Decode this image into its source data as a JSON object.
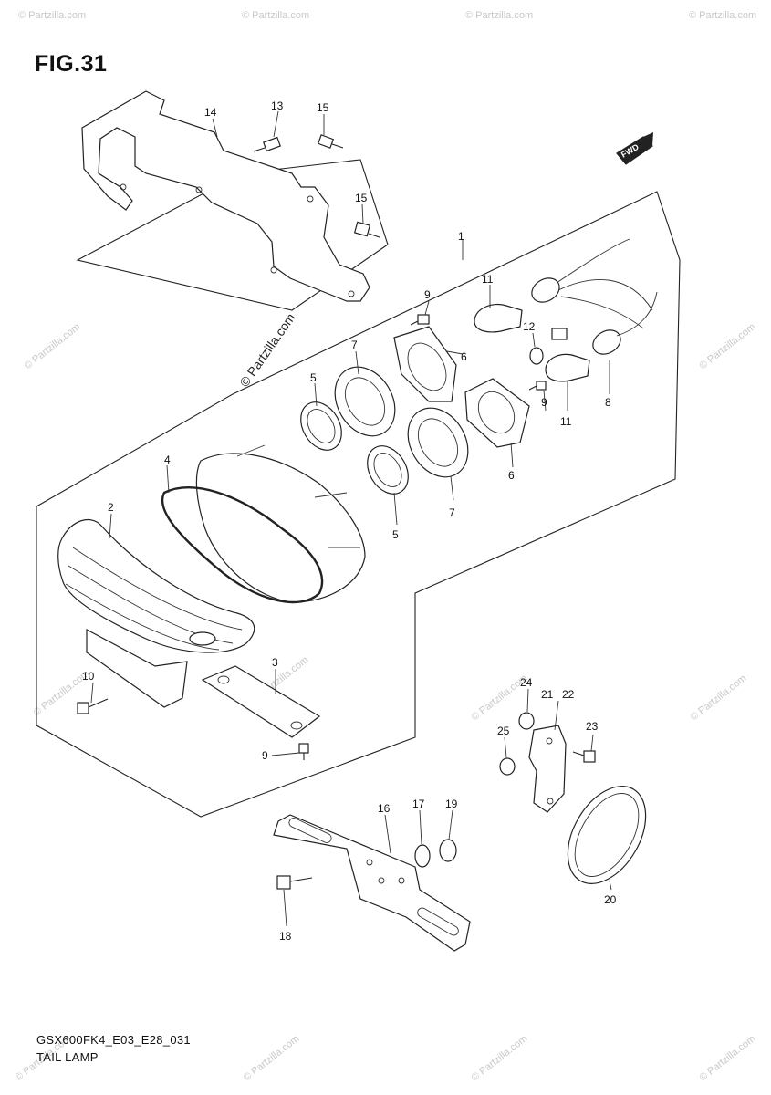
{
  "figure": {
    "title": "FIG.31",
    "model_code": "GSX600FK4_E03_E28_031",
    "section_name": "TAIL LAMP",
    "forward_badge": "FWD"
  },
  "watermark": {
    "text": "© Partzilla.com"
  },
  "callouts": [
    "1",
    "2",
    "3",
    "4",
    "5",
    "5",
    "6",
    "6",
    "7",
    "7",
    "8",
    "9",
    "9",
    "9",
    "10",
    "11",
    "11",
    "12",
    "13",
    "14",
    "15",
    "15",
    "16",
    "17",
    "18",
    "19",
    "20",
    "21",
    "22",
    "23",
    "24",
    "25"
  ]
}
